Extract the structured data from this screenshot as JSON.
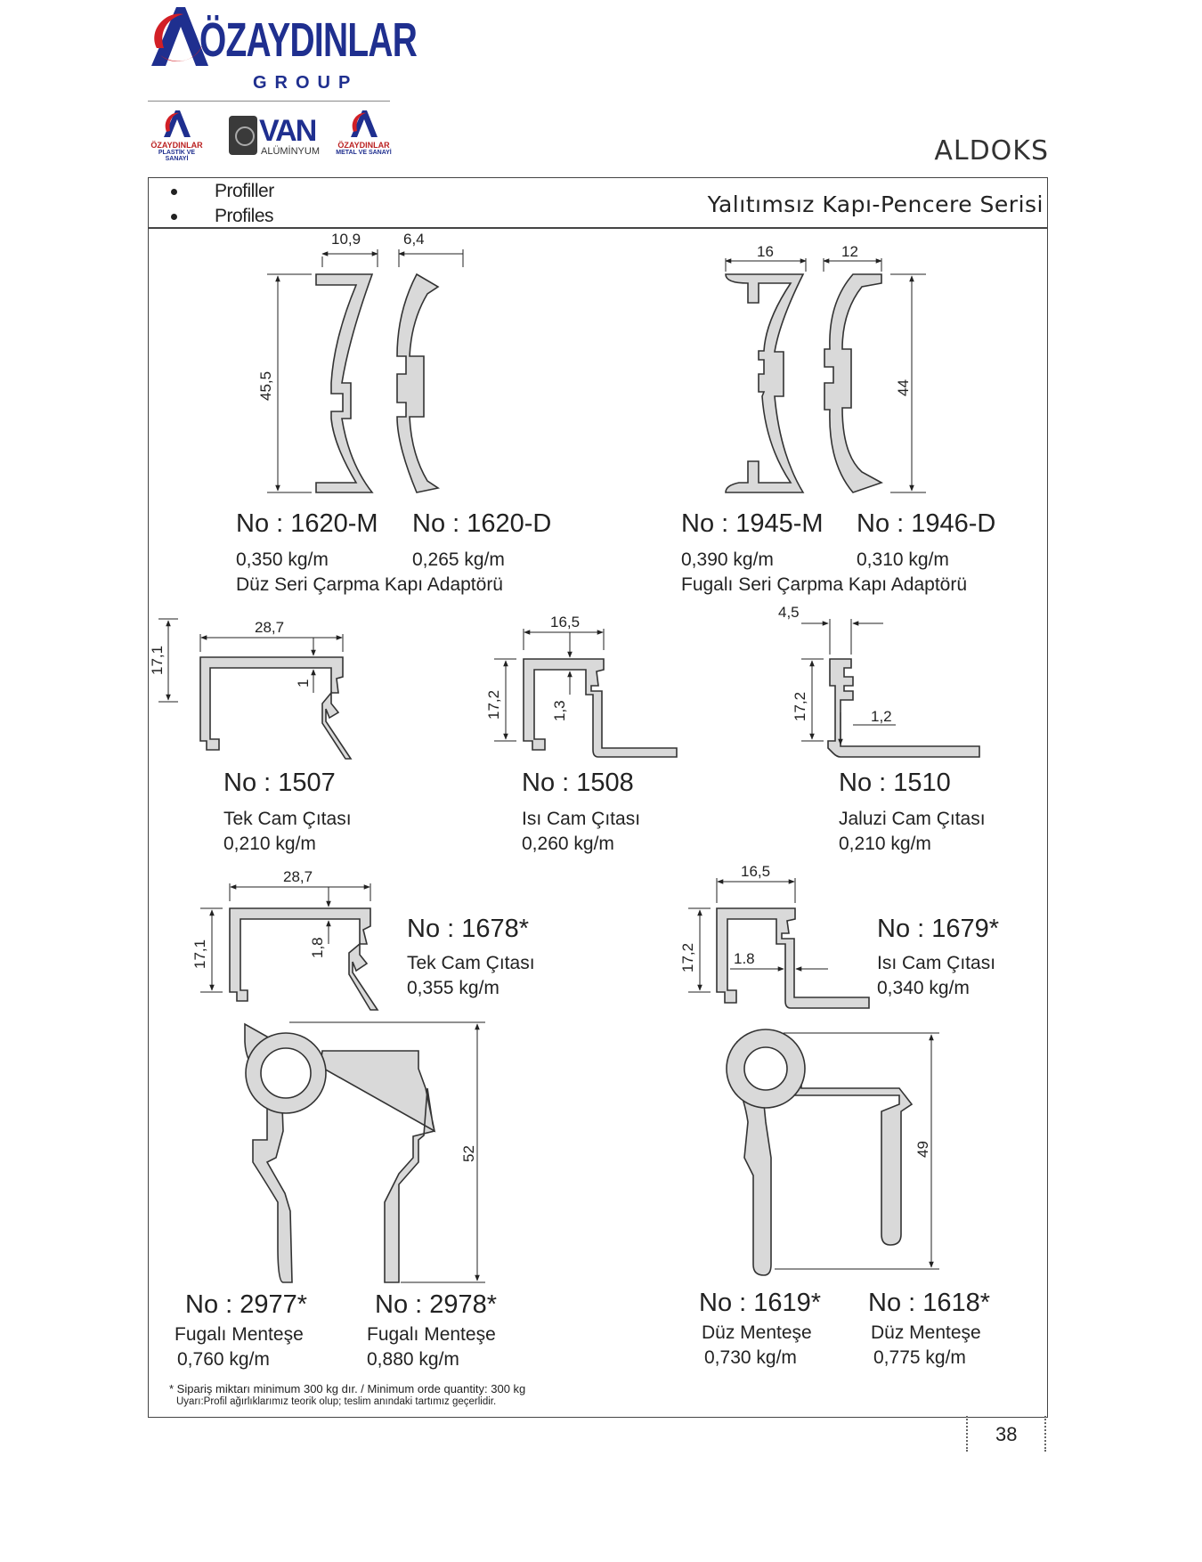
{
  "header": {
    "company": "ÖZAYDINLAR",
    "company_sub": "GROUP",
    "sub_logos": [
      {
        "line1": "ÖZAYDINLAR",
        "line2": "PLASTİK VE SANAYİ"
      },
      {
        "line1": "VAN",
        "line2": "ALÜMİNYUM"
      },
      {
        "line1": "ÖZAYDINLAR",
        "line2": "METAL VE SANAYİ"
      }
    ],
    "brand": "ALDOKS"
  },
  "section": {
    "bullets": [
      "Profiller",
      "Profiles"
    ],
    "series": "Yalıtımsız Kapı-Pencere Serisi"
  },
  "dimensions": {
    "p1620": {
      "w1": "10,9",
      "w2": "6,4",
      "h": "45,5"
    },
    "p1945": {
      "w1": "16",
      "w2": "12",
      "h": "44"
    },
    "p1507": {
      "w": "28,7",
      "h": "17,1",
      "t": "1"
    },
    "p1508": {
      "w": "16,5",
      "h": "17,2",
      "t": "1,3"
    },
    "p1510": {
      "w": "4,5",
      "h": "17,2",
      "t": "1,2"
    },
    "p1678": {
      "w": "28,7",
      "h": "17,1",
      "t": "1,8"
    },
    "p1679": {
      "w": "16,5",
      "h": "17,2",
      "t": "1.8"
    },
    "p2977": {
      "h": "52"
    },
    "p1619": {
      "h": "49"
    }
  },
  "products": {
    "p1620m": {
      "no": "No : 1620-M",
      "weight": "0,350 kg/m"
    },
    "p1620d": {
      "no": "No : 1620-D",
      "weight": "0,265 kg/m"
    },
    "p1620_desc": "Düz Seri Çarpma Kapı Adaptörü",
    "p1945m": {
      "no": "No : 1945-M",
      "weight": "0,390 kg/m"
    },
    "p1946d": {
      "no": "No : 1946-D",
      "weight": "0,310 kg/m"
    },
    "p1945_desc": "Fugalı Seri Çarpma Kapı Adaptörü",
    "p1507": {
      "no": "No : 1507",
      "desc": "Tek Cam Çıtası",
      "weight": "0,210 kg/m"
    },
    "p1508": {
      "no": "No : 1508",
      "desc": "Isı Cam Çıtası",
      "weight": "0,260 kg/m"
    },
    "p1510": {
      "no": "No : 1510",
      "desc": "Jaluzi Cam Çıtası",
      "weight": "0,210 kg/m"
    },
    "p1678": {
      "no": "No : 1678*",
      "desc": "Tek Cam Çıtası",
      "weight": "0,355 kg/m"
    },
    "p1679": {
      "no": "No : 1679*",
      "desc": "Isı Cam Çıtası",
      "weight": "0,340 kg/m"
    },
    "p2977": {
      "no": "No : 2977*",
      "desc": "Fugalı Menteşe",
      "weight": "0,760 kg/m"
    },
    "p2978": {
      "no": "No : 2978*",
      "desc": "Fugalı Menteşe",
      "weight": "0,880 kg/m"
    },
    "p1619": {
      "no": "No : 1619*",
      "desc": "Düz Menteşe",
      "weight": "0,730 kg/m"
    },
    "p1618": {
      "no": "No : 1618*",
      "desc": "Düz Menteşe",
      "weight": "0,775 kg/m"
    }
  },
  "footer": {
    "note1": "* Sipariş miktarı minimum 300 kg dır. / Minimum orde quantity: 300 kg",
    "note2": "Uyarı:Profil ağırlıklarımız  teorik olup; teslim anındaki tartımız geçerlidir.",
    "page": "38"
  }
}
